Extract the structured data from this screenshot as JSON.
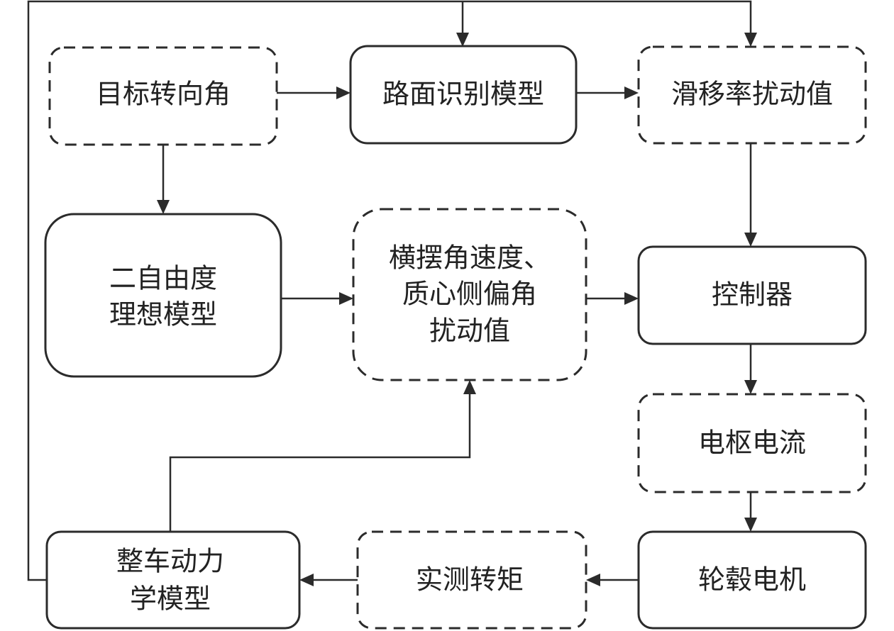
{
  "nodes": {
    "target_steering_angle": {
      "lines": [
        "目标转向角"
      ]
    },
    "road_recognition_model": {
      "lines": [
        "路面识别模型"
      ]
    },
    "slip_ratio_disturbance": {
      "lines": [
        "滑移率扰动值"
      ]
    },
    "two_dof_ideal_model": {
      "lines": [
        "二自由度",
        "理想模型"
      ]
    },
    "yaw_sideslip_disturbance": {
      "lines": [
        "横摆角速度、",
        "质心侧偏角",
        "扰动值"
      ]
    },
    "controller": {
      "lines": [
        "控制器"
      ]
    },
    "armature_current": {
      "lines": [
        "电枢电流"
      ]
    },
    "vehicle_dynamics_model": {
      "lines": [
        "整车动力",
        "学模型"
      ]
    },
    "measured_torque": {
      "lines": [
        "实测转矩"
      ]
    },
    "hub_motor": {
      "lines": [
        "轮毂电机"
      ]
    }
  }
}
